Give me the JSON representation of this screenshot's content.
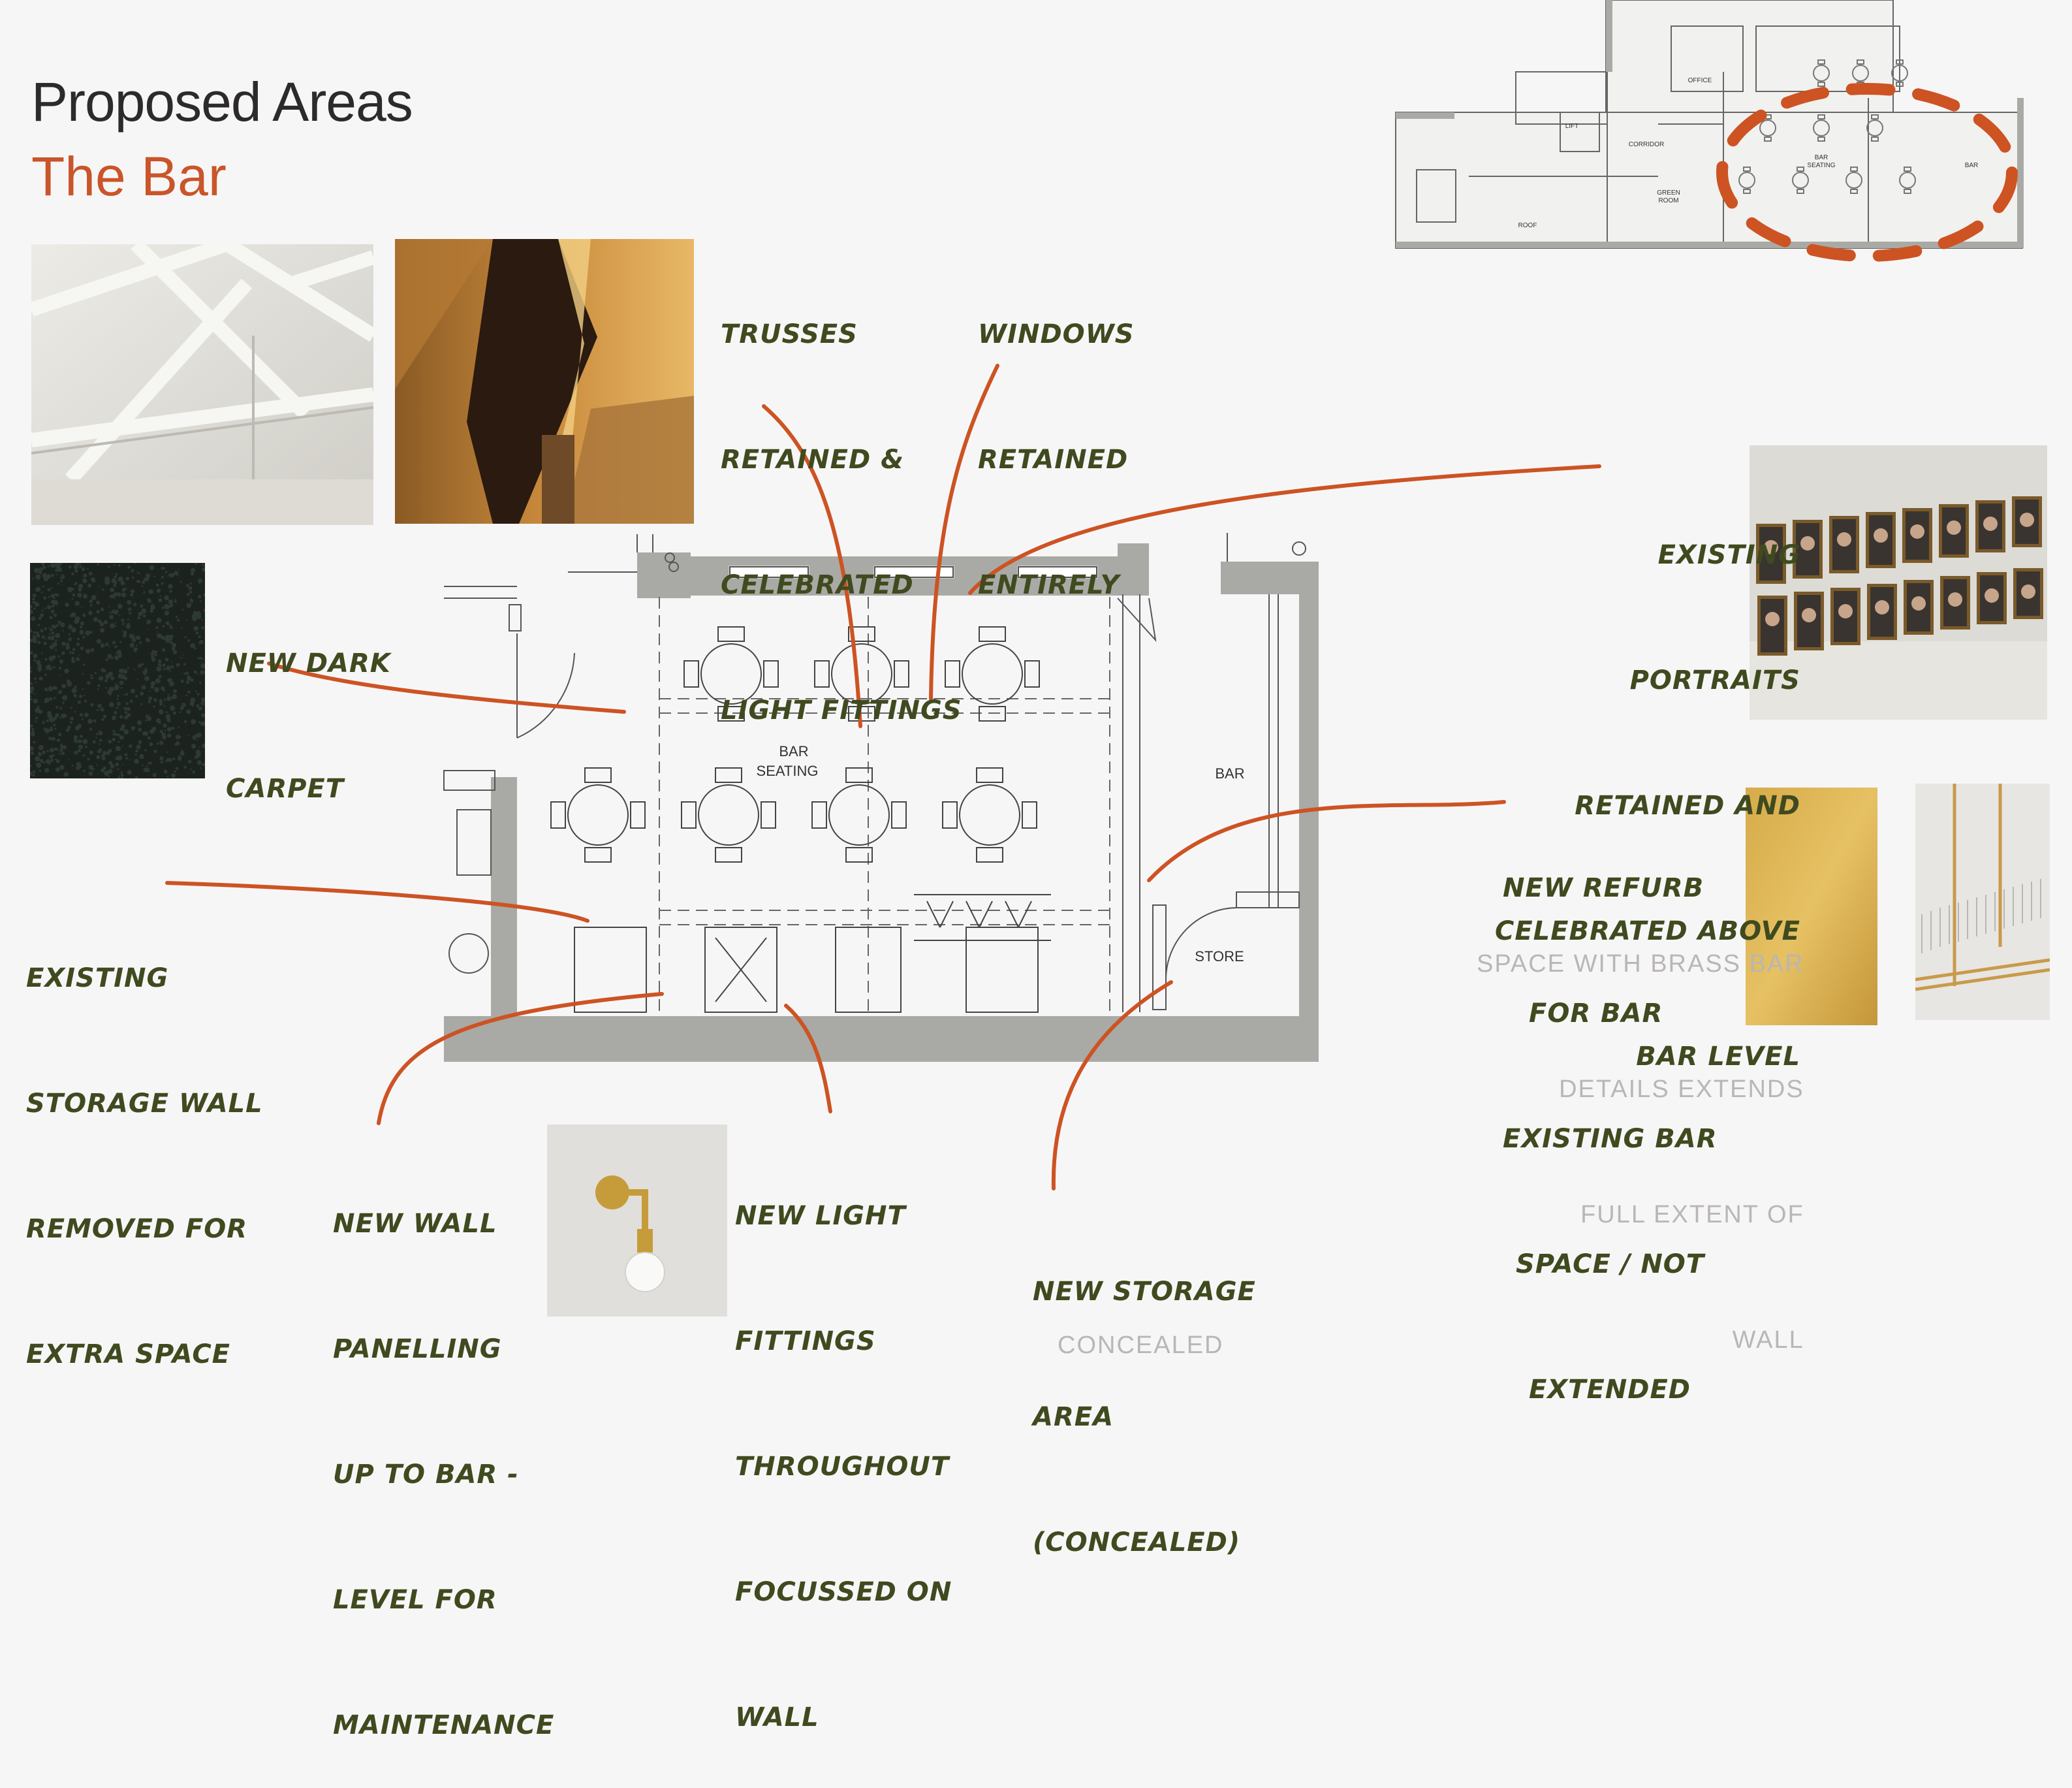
{
  "header": {
    "title": "Proposed Areas",
    "subtitle": "The Bar"
  },
  "plan": {
    "labels": {
      "bar_seating_1": "BAR",
      "bar_seating_2": "SEATING",
      "bar": "BAR",
      "store": "STORE"
    }
  },
  "key_plan": {
    "labels": {
      "office": "OFFICE",
      "lift": "LIFT",
      "corridor": "CORRIDOR",
      "green_room_1": "GREEN",
      "green_room_2": "ROOM",
      "roof": "ROOF",
      "bar_seating_1": "BAR",
      "bar_seating_2": "SEATING",
      "bar": "BAR"
    }
  },
  "annotations": {
    "trusses": [
      "TRUSSES",
      "RETAINED &",
      "CELEBRATED",
      "LIGHT FITTINGS"
    ],
    "windows": [
      "WINDOWS",
      "RETAINED",
      "ENTIRELY"
    ],
    "carpet": [
      "NEW DARK",
      "CARPET"
    ],
    "portraits": [
      "EXISTING",
      "PORTRAITS",
      "RETAINED AND",
      "CELEBRATED ABOVE",
      "BAR LEVEL"
    ],
    "bar_refurb": [
      "NEW REFURB",
      "FOR BAR",
      "EXISTING BAR",
      "SPACE / NOT",
      "EXTENDED"
    ],
    "storage_wall": [
      "EXISTING",
      "STORAGE WALL",
      "REMOVED FOR",
      "EXTRA SPACE"
    ],
    "panelling": [
      "NEW WALL",
      "PANELLING",
      "UP TO BAR -",
      "LEVEL FOR",
      "MAINTENANCE"
    ],
    "lights": [
      "NEW LIGHT",
      "FITTINGS",
      "THROUGHOUT",
      "FOCUSSED ON",
      "WALL"
    ],
    "storage_area": [
      "NEW STORAGE",
      "AREA",
      "(CONCEALED)"
    ]
  },
  "ghost_text": {
    "bar_ghost": [
      "SPACE WITH BRASS BAR",
      "DETAILS EXTENDS",
      "FULL EXTENT OF",
      "WALL"
    ],
    "store_ghost": [
      "CONCEALED"
    ]
  },
  "photos": [
    {
      "name": "white-truss-ceiling-photo"
    },
    {
      "name": "timber-ceiling-lighting-photo"
    },
    {
      "name": "dark-carpet-sample"
    },
    {
      "name": "portrait-wall-photo"
    },
    {
      "name": "brass-panel-sample"
    },
    {
      "name": "glass-rack-photo"
    },
    {
      "name": "brass-wall-light-photo"
    }
  ],
  "colors": {
    "accent_orange": "#c9552a",
    "pen_green": "#3f4a1f",
    "wall_grey": "#a9aaa5",
    "background": "#f7f6f7"
  }
}
